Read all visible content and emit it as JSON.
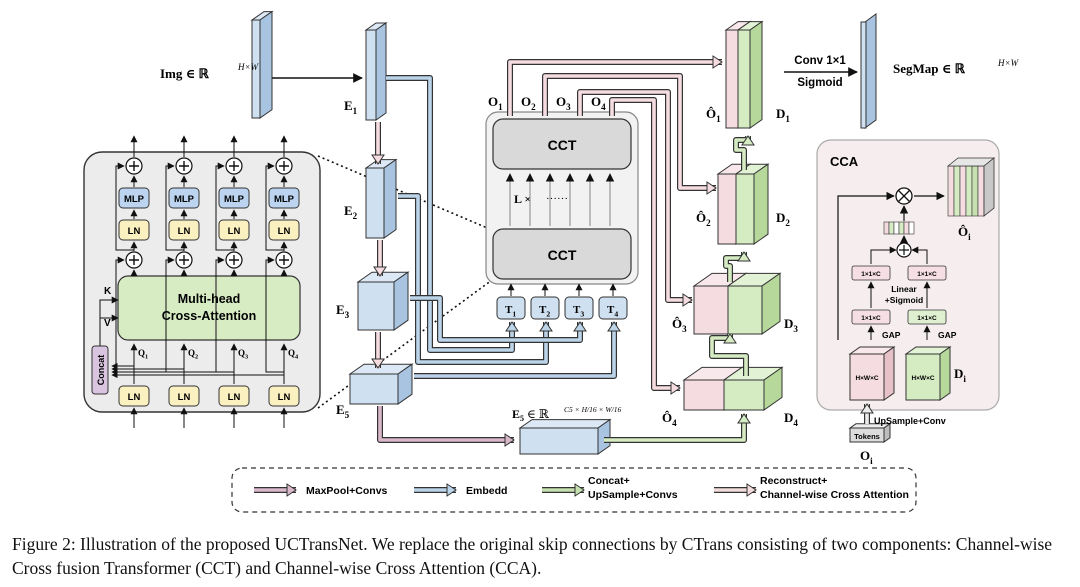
{
  "labels": {
    "img_input": "Img ∈ ℝ",
    "img_sup": "H×W",
    "segmap": "SegMap ∈ ℝ",
    "segmap_sup": "H×W",
    "conv": "Conv 1×1",
    "sigmoid": "Sigmoid",
    "e1": "E",
    "e1_sub": "1",
    "e2": "E",
    "e2_sub": "2",
    "e3": "E",
    "e3_sub": "3",
    "e5": "E",
    "e5_sub": "5",
    "e5_formula": "E",
    "e5_formula_sub": "5",
    "e5_formula_rest": " ∈ ℝ",
    "e5_formula_sup": "C5 × H/16 × W/16",
    "o1": "O",
    "o1_sub": "1",
    "o2": "O",
    "o2_sub": "2",
    "o3": "O",
    "o3_sub": "3",
    "o4": "O",
    "o4_sub": "4",
    "oh1": "Ô",
    "oh1_sub": "1",
    "oh2": "Ô",
    "oh2_sub": "2",
    "oh3": "Ô",
    "oh3_sub": "3",
    "oh4": "Ô",
    "oh4_sub": "4",
    "d1": "D",
    "d1_sub": "1",
    "d2": "D",
    "d2_sub": "2",
    "d3": "D",
    "d3_sub": "3",
    "d4": "D",
    "d4_sub": "4",
    "cct_top": "CCT",
    "cct_bottom": "CCT",
    "l_times": "L ×",
    "dots": "······",
    "t1": "T",
    "t1_sub": "1",
    "t2": "T",
    "t2_sub": "2",
    "t3": "T",
    "t3_sub": "3",
    "t4": "T",
    "t4_sub": "4"
  },
  "cct_detail": {
    "mlp": "MLP",
    "ln": "LN",
    "mhca_line1": "Multi-head",
    "mhca_line2": "Cross-Attention",
    "k": "K",
    "v": "V",
    "concat": "Concat",
    "q1": "Q",
    "q1_sub": "1",
    "q2": "Q",
    "q2_sub": "2",
    "q3": "Q",
    "q3_sub": "3",
    "q4": "Q",
    "q4_sub": "4"
  },
  "cca": {
    "title": "CCA",
    "oi_hat": "Ô",
    "oi_hat_sub": "i",
    "oi": "O",
    "oi_sub": "i",
    "di": "D",
    "di_sub": "i",
    "vec": "1×1×C",
    "linear": "Linear",
    "sigmoid": "+Sigmoid",
    "gap": "GAP",
    "hwc": "H×W×C",
    "tokens": "Tokens",
    "upsample": "UpSample+Conv"
  },
  "legend": [
    {
      "label": "MaxPool+Convs",
      "color": "#d9b8cc"
    },
    {
      "label": "Embedd",
      "color": "#bcd4ea"
    },
    {
      "label": "Concat+",
      "label2": "UpSample+Convs",
      "color": "#c6e0b0"
    },
    {
      "label": "Reconstruct+",
      "label2": "Channel-wise Cross Attention",
      "color": "#f3dcdc"
    }
  ],
  "colors": {
    "blue_face": "#cfe0f1",
    "blue_side": "#a9c4e0",
    "pink_face": "#f4dce0",
    "pink_side": "#e6c1c8",
    "green_face": "#d5ecc3",
    "green_side": "#b6d89a",
    "panel_gray": "#ececec",
    "cct_gray": "#d9d9d9",
    "mlp_blue": "#bcd4f0",
    "ln_yellow": "#fbf0c0",
    "attn_green": "#d8ecc4",
    "concat_purple": "#d9c5e0",
    "cca_bg": "#f6eeee"
  },
  "caption": "Figure 2: Illustration of the proposed UCTransNet. We replace the original skip connections by CTrans consisting of two components: Channel-wise Cross fusion Transformer (CCT) and Channel-wise Cross Attention (CCA)."
}
